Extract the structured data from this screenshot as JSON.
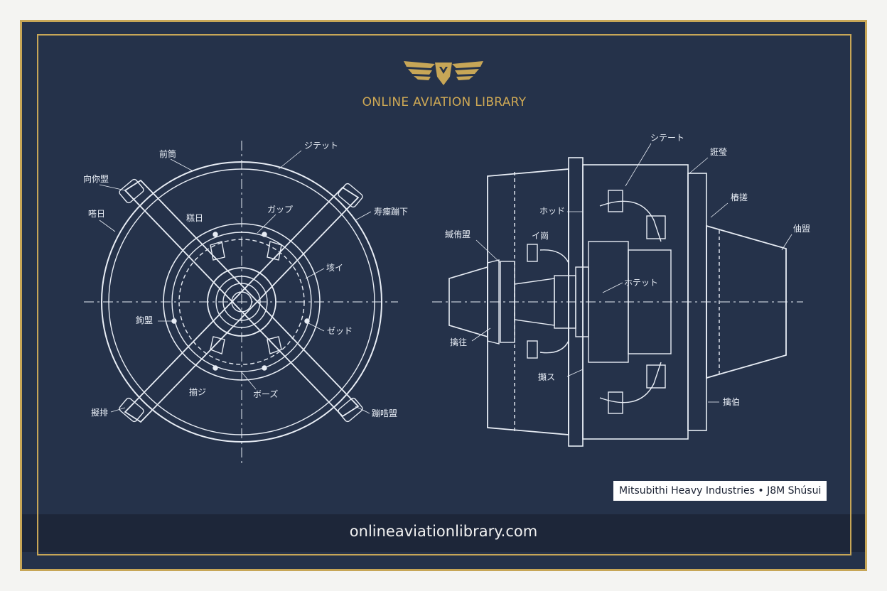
{
  "brand": {
    "name": "ONLINE AVIATION LIBRARY",
    "logo_icon": "winged-shield-logo",
    "accent_color": "#c7a657"
  },
  "caption": "Mitsubithi Heavy Industries • J8M Shúsui",
  "footer": {
    "url": "onlineaviationlibrary.com"
  },
  "front_view_labels": [
    "前筒",
    "向你盟",
    "嗒日",
    "糕日",
    "ガップ",
    "ジテット",
    "寿瘞蹦下",
    "垓イ",
    "鉤盟",
    "ゼッド",
    "揃ジ",
    "ボーズ",
    "擬排",
    "蹦哠盟"
  ],
  "side_view_labels": [
    "シテート",
    "誑瑩",
    "ホッド",
    "樁搓",
    "緘侑盟",
    "イ崗",
    "伷盟",
    "ホテット",
    "擒往",
    "攧ス",
    "擒伯"
  ],
  "colors": {
    "background": "#25324a",
    "line": "#e8edf5",
    "footer_bar": "#1d2639"
  }
}
